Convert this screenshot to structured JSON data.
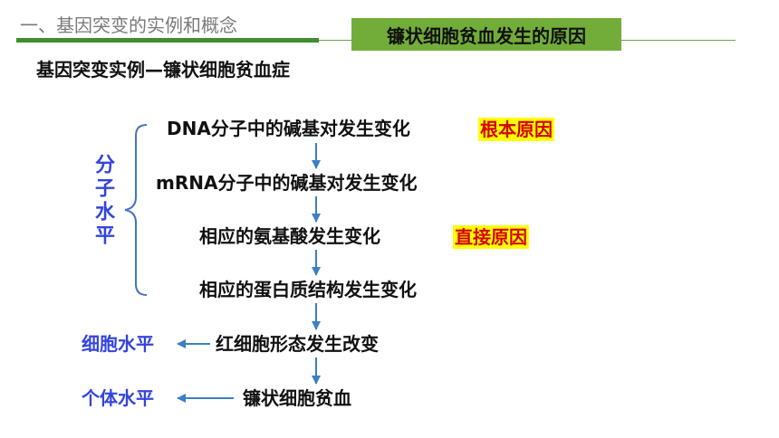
{
  "header": {
    "section_title": "一、基因突变的实例和概念",
    "badge": "镰状细胞贫血发生的原因"
  },
  "subtitle": "基因突变实例—镰状细胞贫血症",
  "steps": [
    "DNA分子中的碱基对发生变化",
    "mRNA分子中的碱基对发生变化",
    "相应的氨基酸发生变化",
    "相应的蛋白质结构发生变化",
    "红细胞形态发生改变",
    "镰状细胞贫血"
  ],
  "causes": {
    "root": "根本原因",
    "direct": "直接原因"
  },
  "levels": {
    "molecular": "分子水平",
    "cellular": "细胞水平",
    "individual": "个体水平"
  },
  "colors": {
    "arrow": "#3b7fc4",
    "bracket": "#4472c4",
    "level_text": "#3344dd",
    "cause_text": "#d40000",
    "cause_bg": "#ffff00",
    "badge_bg": "#72ad3a",
    "header_bar": "#3f8f2f"
  }
}
